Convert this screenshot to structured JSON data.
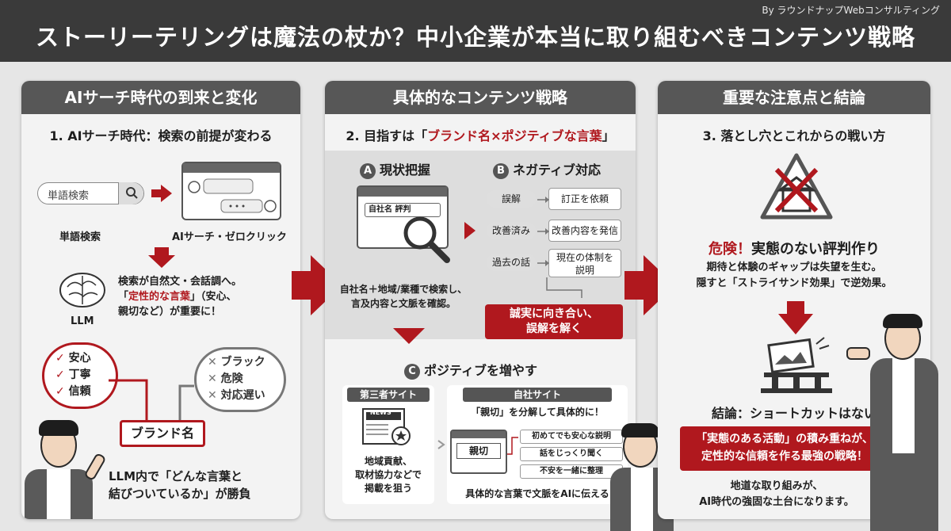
{
  "header": {
    "byline": "By ラウンドナップWebコンサルティング",
    "title": "ストーリーテリングは魔法の杖か？中小企業が本当に取り組むべきコンテンツ戦略"
  },
  "panel1": {
    "head": "AIサーチ時代の到来と変化",
    "subtitle": "1. AIサーチ時代：検索の前提が変わる",
    "search_placeholder": "単語検索",
    "label_word_search": "単語検索",
    "label_ai_search": "AIサーチ・ゼロクリック",
    "llm_label": "LLM",
    "llm_text_1": "検索が自然文・会話調へ。",
    "llm_text_2a": "「",
    "llm_text_2b": "定性的な言葉",
    "llm_text_2c": "」（安心、",
    "llm_text_3": "親切など）が重要に！",
    "positive_words": [
      "安心",
      "丁寧",
      "信頼"
    ],
    "negative_words": [
      "ブラック",
      "危険",
      "対応遅い"
    ],
    "brand_label": "ブランド名",
    "bottom_text_1": "LLM内で「どんな言葉と",
    "bottom_text_2": "結びついているか」が勝負"
  },
  "panel2": {
    "head": "具体的なコンテンツ戦略",
    "subtitle_a": "2. 目指すは「",
    "subtitle_b": "ブランド名×ポジティブな言葉",
    "subtitle_c": "」",
    "section_a_letter": "A",
    "section_a_title": "現状把握",
    "browser_search": "自社名 評判",
    "section_a_text_1": "自社名＋地域/業種で検索し、",
    "section_a_text_2": "言及内容と文脈を確認。",
    "section_b_letter": "B",
    "section_b_title": "ネガティブ対応",
    "b_rows": [
      {
        "left": "誤解",
        "right": "訂正を依頼"
      },
      {
        "left": "改善済み",
        "right": "改善内容を発信"
      },
      {
        "left": "過去の話",
        "right": "現在の体制を\n説明"
      }
    ],
    "b_result_1": "誠実に向き合い、",
    "b_result_2": "誤解を解く",
    "section_c_letter": "C",
    "section_c_title": "ポジティブを増やす",
    "third_party_head": "第三者サイト",
    "news_label": "NEWS",
    "third_party_text_1": "地域貢献、",
    "third_party_text_2": "取材協力などで",
    "third_party_text_3": "掲載を狙う",
    "own_site_head": "自社サイト",
    "own_site_sub": "「親切」を分解して具体的に！",
    "own_site_card": "親切",
    "own_site_items": [
      "初めてでも安心な説明",
      "話をじっくり聞く",
      "不安を一緒に整理"
    ],
    "own_site_footer": "具体的な言葉で文脈をAIに伝える"
  },
  "panel3": {
    "head": "重要な注意点と結論",
    "subtitle": "3. 落とし穴とこれからの戦い方",
    "danger_a": "危険！",
    "danger_b": "実態のない評判作り",
    "danger_text_1": "期待と体験のギャップは失望を生む。",
    "danger_text_2": "隠すと「ストライサンド効果」で逆効果。",
    "conclusion_title": "結論：ショートカットはない",
    "conclusion_box_1a": "「",
    "conclusion_box_1b": "実態のある活動",
    "conclusion_box_1c": "」の積み重ねが、",
    "conclusion_box_2": "定性的な信頼を作る最強の戦略！",
    "closing_1": "地道な取り組みが、",
    "closing_2": "AI時代の強固な土台になります。"
  },
  "colors": {
    "accent": "#b0181e",
    "header": "#3a3a3a",
    "panel_head": "#575757"
  }
}
